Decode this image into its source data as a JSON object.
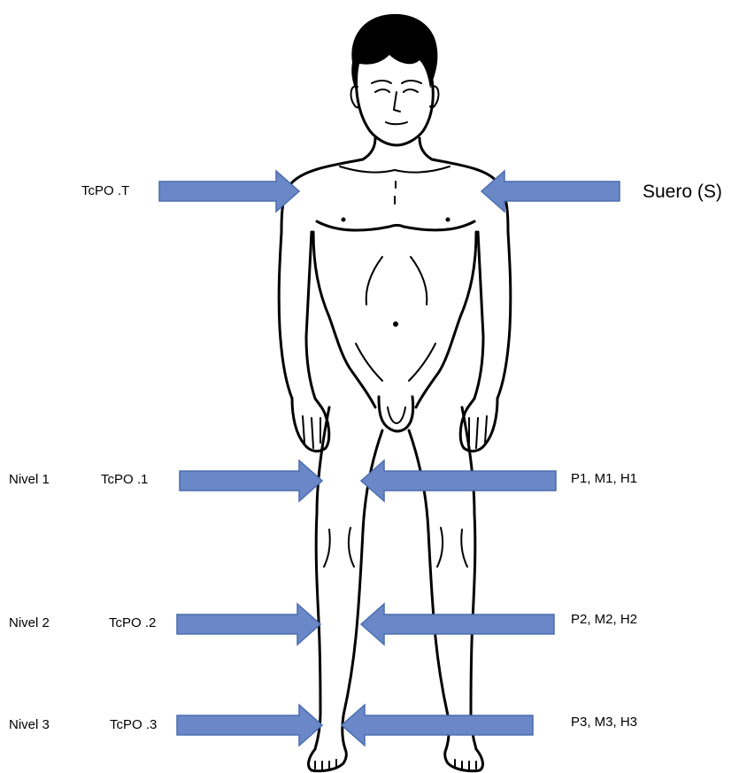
{
  "colors": {
    "arrow_fill": "#6a88c8",
    "outline": "#000000"
  },
  "labels": {
    "torso_left": "TcPO .T",
    "torso_right": "Suero (S)",
    "level1_name": "Nivel 1",
    "level1_left": "TcPO .1",
    "level1_right": "P1, M1, H1",
    "level2_name": "Nivel 2",
    "level2_left": "TcPO .2",
    "level2_right": "P2, M2, H2",
    "level3_name": "Nivel 3",
    "level3_left": "TcPO .3",
    "level3_right": "P3, M3, H3"
  }
}
